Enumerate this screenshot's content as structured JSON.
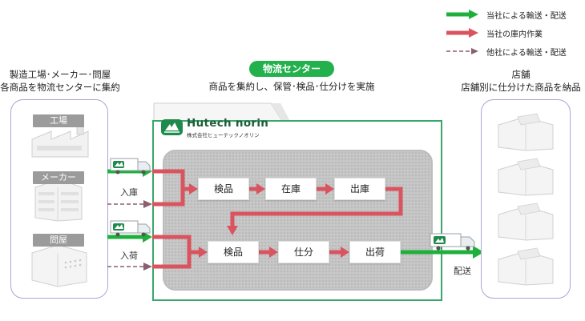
{
  "legend": [
    {
      "label": "当社による輸送・配送",
      "color": "#1fb03c",
      "style": "green-arrow"
    },
    {
      "label": "当社の庫内作業",
      "color": "#d9545f",
      "style": "red-arrow"
    },
    {
      "label": "他社による輸送・配送",
      "color": "#8a5f6f",
      "style": "dashed-arrow"
    }
  ],
  "sources": {
    "caption_line1": "製造工場･メーカー･問屋",
    "caption_line2": "各商品を物流センターに集約",
    "items": [
      "工場",
      "メーカー",
      "問屋"
    ]
  },
  "center": {
    "pill": "物流センター",
    "caption": "商品を集約し、保管･検品･仕分けを実施",
    "logo_main": "Hutech norin",
    "logo_sub": "株式会社ヒューテックノオリン"
  },
  "stores": {
    "caption_line1": "店舗",
    "caption_line2": "店舗別に仕分けた商品を納品"
  },
  "flow": {
    "row1": [
      "検品",
      "在庫",
      "出庫"
    ],
    "row2": [
      "検品",
      "仕分",
      "出荷"
    ],
    "in_label_1": "入庫",
    "in_label_2": "入荷",
    "out_label": "配送"
  },
  "colors": {
    "green": "#1fb03c",
    "red": "#d9545f",
    "dashed": "#8a5f6f",
    "frame": "#3aa66b",
    "panel_border": "#a9a6d6"
  }
}
